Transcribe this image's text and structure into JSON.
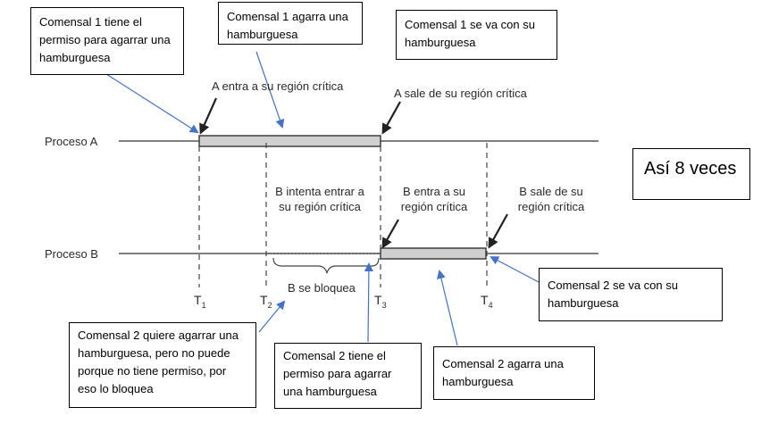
{
  "annotation_boxes": {
    "c1_permission": "Comensal 1 tiene el permiso para agarrar una hamburguesa",
    "c1_grabs": "Comensal 1 agarra una hamburguesa",
    "c1_leaves": "Comensal 1 se va con su hamburguesa",
    "repeat": "Así 8 veces",
    "c2_leaves": "Comensal 2 se va con su hamburguesa",
    "c2_wants": "Comensal 2 quiere agarrar una hamburguesa, pero no puede porque no tiene permiso, por eso lo bloquea",
    "c2_permission": "Comensal 2 tiene el permiso para agarrar una hamburguesa",
    "c2_grabs": "Comensal 2 agarra una hamburguesa"
  },
  "process_labels": {
    "a": "Proceso A",
    "b": "Proceso B"
  },
  "event_labels": {
    "a_enters": "A entra a su región crítica",
    "a_leaves": "A sale de su región crítica",
    "b_tries": "B intenta entrar a su región crítica",
    "b_enters": "B entra a su región crítica",
    "b_leaves": "B sale de su región crítica",
    "b_blocked": "B se bloquea"
  },
  "time_marks": [
    {
      "base": "T",
      "sub": "1"
    },
    {
      "base": "T",
      "sub": "2"
    },
    {
      "base": "T",
      "sub": "3"
    },
    {
      "base": "T",
      "sub": "4"
    }
  ],
  "colors": {
    "arrow_blue": "#4472c4",
    "bar_fill": "#cfcfcf",
    "line": "#555555"
  }
}
